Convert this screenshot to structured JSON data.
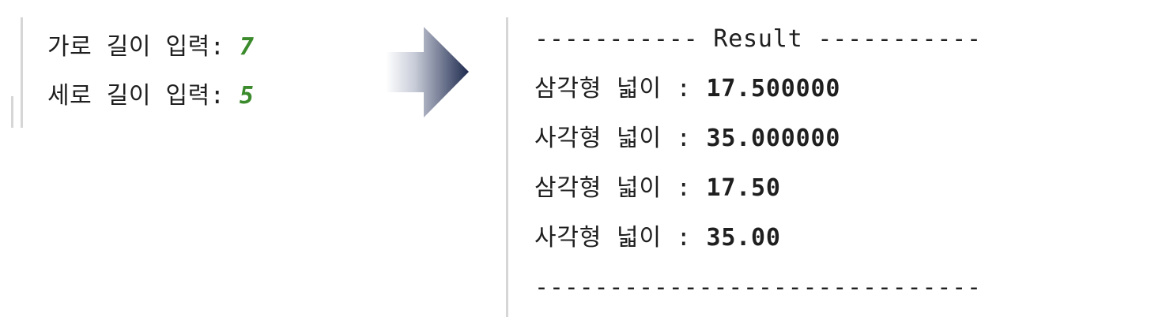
{
  "input_console": {
    "lines": [
      {
        "prompt": "가로 길이 입력: ",
        "value": "7"
      },
      {
        "prompt": "세로 길이 입력: ",
        "value": "5"
      }
    ]
  },
  "arrow": {
    "icon": "right-arrow-icon",
    "colors": [
      "#ffffff",
      "#1e2a4e"
    ]
  },
  "output_console": {
    "header": "----------- Result -----------",
    "rows": [
      {
        "label": "삼각형 넓이 : ",
        "value": "17.500000"
      },
      {
        "label": "사각형 넓이 : ",
        "value": "35.000000"
      },
      {
        "label": "삼각형 넓이 : ",
        "value": "17.50"
      },
      {
        "label": "사각형 넓이 : ",
        "value": "35.00"
      }
    ],
    "footer": "------------------------------"
  },
  "colors": {
    "text": "#1f1f1f",
    "user_input": "#3b8b2c",
    "gutter": "#d6d6d6"
  }
}
